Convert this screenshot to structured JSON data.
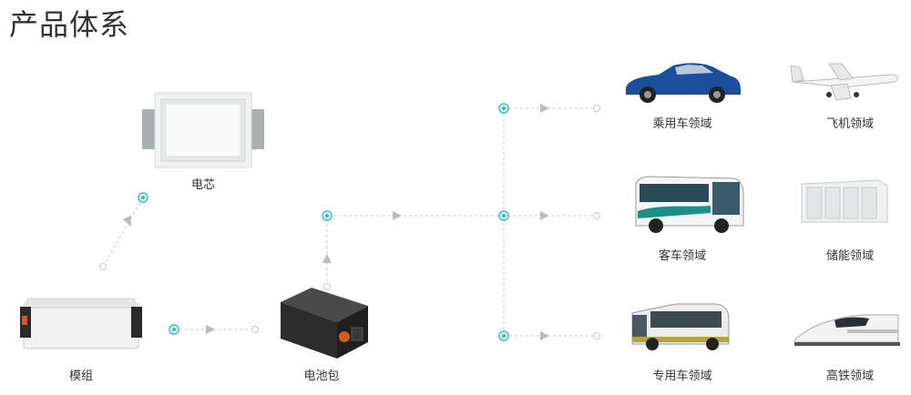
{
  "title": "产品体系",
  "nodes": {
    "cell": "电芯",
    "module": "模组",
    "pack": "电池包"
  },
  "fields": {
    "passenger_car": "乘用车领域",
    "aircraft": "飞机领域",
    "bus": "客车领域",
    "energy_storage": "储能领域",
    "special_vehicle": "专用车领域",
    "high_speed_rail": "高铁领域"
  },
  "colors": {
    "accent": "#2ec4c4",
    "connector": "#c8c8c8",
    "arrow": "#bbbbbb"
  }
}
